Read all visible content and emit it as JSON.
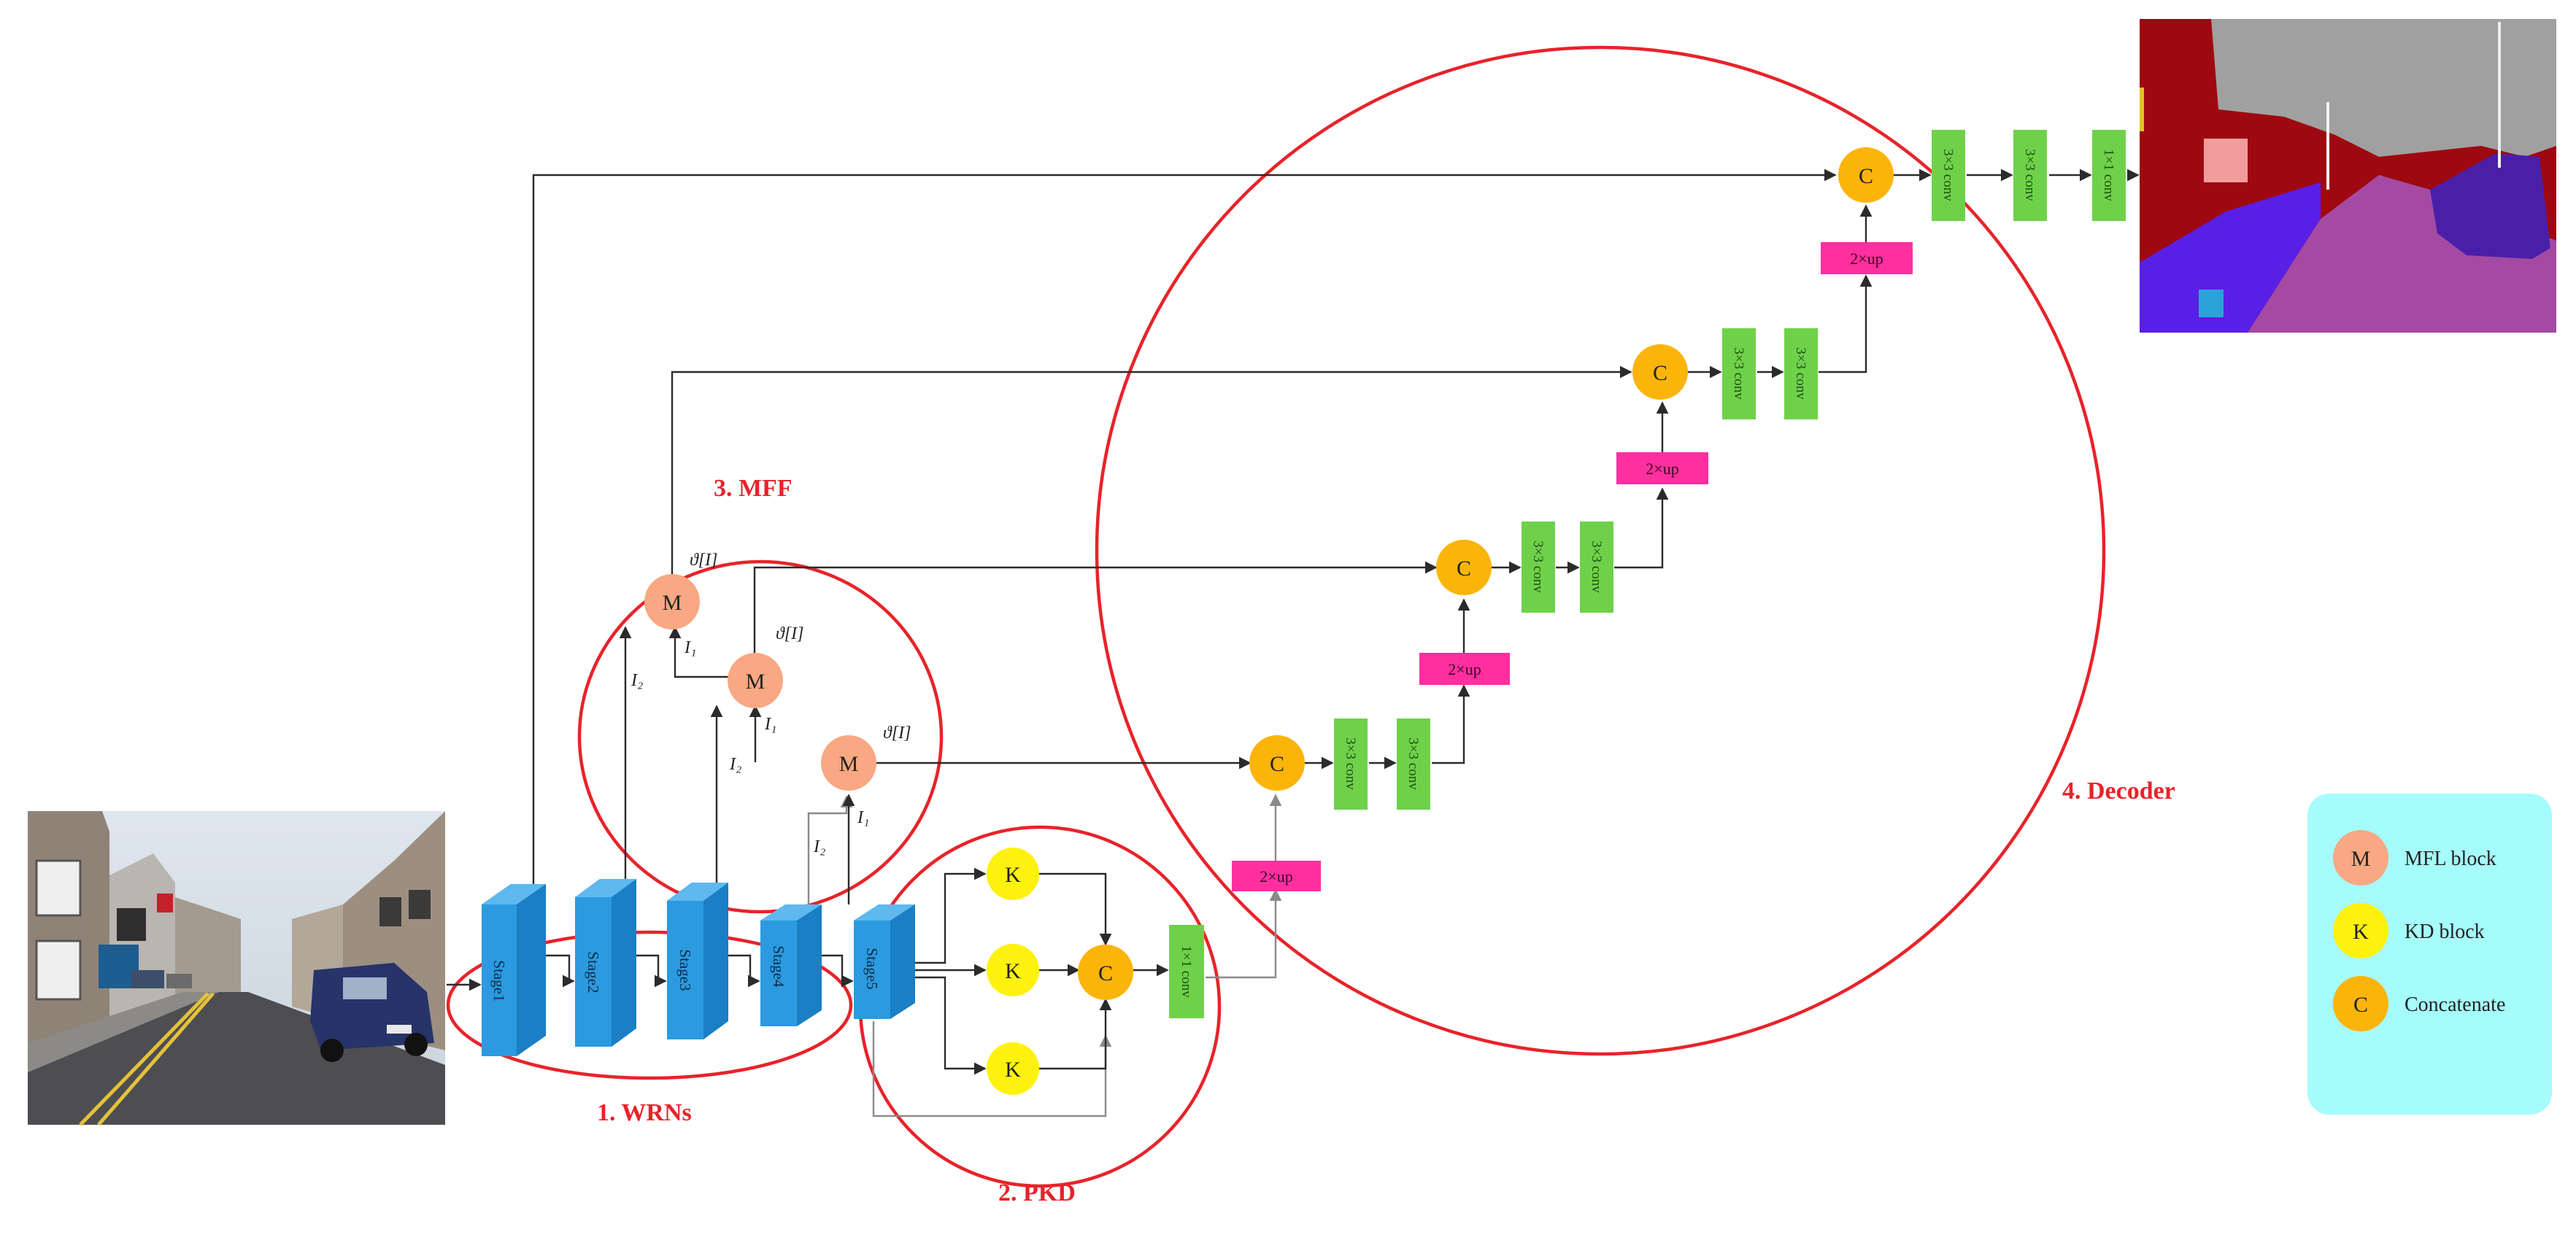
{
  "backbone": {
    "stages": [
      "Stage1",
      "Stage2",
      "Stage3",
      "Stage4",
      "Stage5"
    ]
  },
  "nodes": {
    "mfl": "M",
    "kd": "K",
    "concat": "C"
  },
  "ops": {
    "conv1x1": "1×1 conv",
    "conv3x3": "3×3 conv",
    "up": "2×up"
  },
  "math": {
    "features": [
      "ϑ[I]",
      "ϑ[I]",
      "ϑ[I]"
    ],
    "inputs": [
      "I₂",
      "I₂",
      "I₁",
      "I₁",
      "I₁",
      "I₂"
    ]
  },
  "groups": {
    "wrns": "1. WRNs",
    "pkd": "2. PKD",
    "mff": "3. MFF",
    "decoder": "4. Decoder"
  },
  "legend": {
    "mfl_label": "MFL block",
    "kd_label": "KD block",
    "concat_label": "Concatenate"
  },
  "colors": {
    "stage_blue": "#1e8fd6",
    "conv_green": "#6fd14a",
    "up_pink": "#ff2f9f",
    "mfl_salmon": "#f8a882",
    "kd_yellow": "#fdf20d",
    "concat_orange": "#fbb40a",
    "group_red": "#e8232a",
    "legend_bg": "#a6fbfb"
  },
  "icons": {
    "input_photo": "street-scene-photo",
    "output_map": "segmentation-map"
  }
}
